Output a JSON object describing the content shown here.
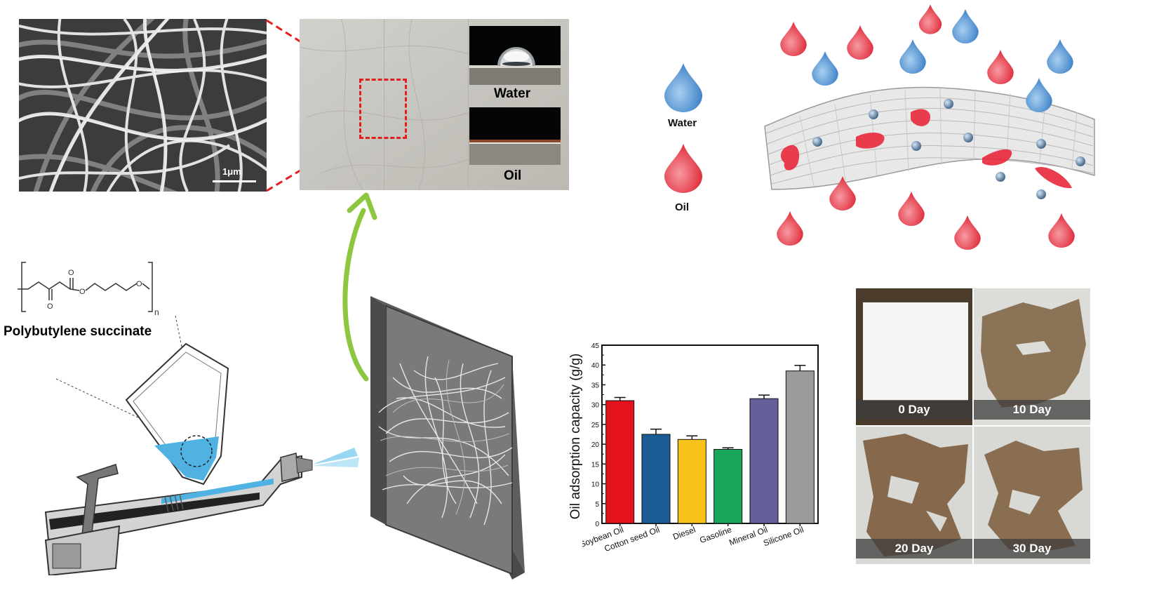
{
  "sem": {
    "scale_label": "1μm"
  },
  "contact_angle": {
    "water_label": "Water",
    "oil_label": "Oil"
  },
  "legend": {
    "water_label": "Water",
    "oil_label": "Oil"
  },
  "chemistry": {
    "polymer_name": "Polybutylene succinate",
    "subscript": "n"
  },
  "colors": {
    "water": "#4a90d0",
    "oil": "#e8283a",
    "arrow": "#8dc63f",
    "zoom_box": "#e0201e"
  },
  "degradation": {
    "days": [
      "0 Day",
      "10 Day",
      "20 Day",
      "30 Day"
    ]
  },
  "chart_data": {
    "type": "bar",
    "categories": [
      "Soybean Oil",
      "Cotton seed Oil",
      "Diesel",
      "Gasoline",
      "Mineral Oil",
      "Silicone Oil"
    ],
    "values": [
      31.0,
      22.5,
      21.2,
      18.7,
      31.5,
      38.5
    ],
    "errors": [
      0.8,
      1.3,
      0.9,
      0.4,
      0.9,
      1.4
    ],
    "colors": [
      "#e3121b",
      "#1a5d96",
      "#f7c31b",
      "#19a55a",
      "#655f9c",
      "#9b9b9b"
    ],
    "ylabel": "Oil adsorption capacity (g/g)",
    "ylim": [
      0,
      45
    ],
    "yticks": [
      "0",
      "5",
      "10",
      "15",
      "20",
      "25",
      "30",
      "35",
      "40",
      "45"
    ]
  }
}
